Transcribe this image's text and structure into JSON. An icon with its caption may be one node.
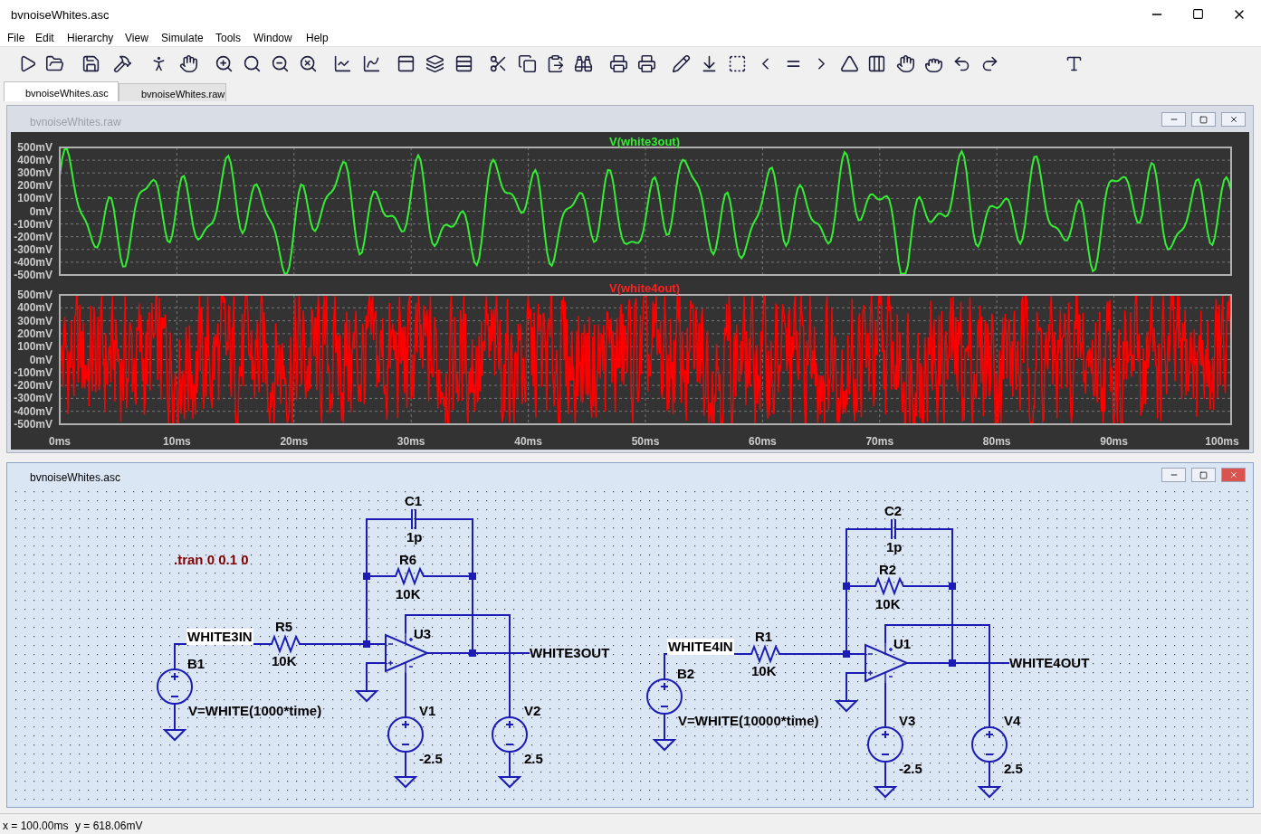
{
  "diagram": {
    "nodes": [
      {
        "text": [],
        "shape": "circle",
        "beside": [
          "B1",
          "V=WHITE(1000*time)"
        ]
      },
      {
        "text": [],
        "shape": "resistor",
        "beside": [
          "R5",
          "10K"
        ]
      },
      {
        "text": [],
        "shape": "capacitor",
        "beside": [
          "C1",
          "1p"
        ]
      },
      {
        "text": [],
        "shape": "resistor",
        "beside": [
          "R6",
          "10K"
        ]
      },
      {
        "text": [],
        "shape": "triangle",
        "beside": [
          "U3"
        ]
      },
      {
        "text": [],
        "shape": "circle",
        "beside": [
          "V1",
          "-2.5"
        ]
      },
      {
        "text": [],
        "shape": "circle",
        "beside": [
          "V2",
          "2.5"
        ]
      },
      {
        "text": [
          "WHITE3OUT"
        ]
      },
      {
        "text": [],
        "shape": "ground"
      },
      {
        "text": [],
        "shape": "ground"
      },
      {
        "text": [],
        "shape": "ground"
      },
      {
        "text": [],
        "shape": "ground"
      },
      {
        "text": [],
        "shape": "circle",
        "beside": [
          "B2",
          "V=WHITE(10000*time)"
        ]
      },
      {
        "text": [],
        "shape": "resistor",
        "beside": [
          "R1",
          "10K"
        ]
      },
      {
        "text": [],
        "shape": "capacitor",
        "beside": [
          "C2",
          "1p"
        ]
      },
      {
        "text": [],
        "shape": "resistor",
        "beside": [
          "R2",
          "10K"
        ]
      },
      {
        "text": [],
        "shape": "triangle",
        "beside": [
          "U1"
        ]
      },
      {
        "text": [],
        "shape": "circle",
        "beside": [
          "V3",
          "-2.5"
        ]
      },
      {
        "text": [],
        "shape": "circle",
        "beside": [
          "V4",
          "2.5"
        ]
      },
      {
        "text": [
          "WHITE4OUT"
        ]
      },
      {
        "text": [],
        "shape": "ground"
      },
      {
        "text": [],
        "shape": "ground"
      },
      {
        "text": [],
        "shape": "ground"
      },
      {
        "text": [],
        "shape": "ground"
      }
    ],
    "edges": [
      {
        "from": 0,
        "to": 1,
        "arrow": "none",
        "label": "WHITE3IN"
      },
      {
        "from": 1,
        "to": 4,
        "arrow": "none"
      },
      {
        "from": 2,
        "to": 3,
        "arrow": "none"
      },
      {
        "from": 3,
        "to": 4,
        "arrow": "none"
      },
      {
        "from": 2,
        "to": 3,
        "arrow": "none"
      },
      {
        "from": 3,
        "to": 4,
        "arrow": "none"
      },
      {
        "from": 4,
        "to": 7,
        "arrow": "none"
      },
      {
        "from": 4,
        "to": 9,
        "arrow": "none"
      },
      {
        "from": 4,
        "to": 5,
        "arrow": "none"
      },
      {
        "from": 4,
        "to": 6,
        "arrow": "none"
      },
      {
        "from": 0,
        "to": 8,
        "arrow": "none"
      },
      {
        "from": 5,
        "to": 10,
        "arrow": "none"
      },
      {
        "from": 6,
        "to": 11,
        "arrow": "none"
      },
      {
        "from": 12,
        "to": 13,
        "arrow": "none",
        "label": "WHITE4IN"
      },
      {
        "from": 13,
        "to": 16,
        "arrow": "none"
      },
      {
        "from": 14,
        "to": 15,
        "arrow": "none"
      },
      {
        "from": 15,
        "to": 16,
        "arrow": "none"
      },
      {
        "from": 14,
        "to": 15,
        "arrow": "none"
      },
      {
        "from": 15,
        "to": 16,
        "arrow": "none"
      },
      {
        "from": 16,
        "to": 19,
        "arrow": "none"
      },
      {
        "from": 16,
        "to": 21,
        "arrow": "none"
      },
      {
        "from": 16,
        "to": 17,
        "arrow": "none"
      },
      {
        "from": 16,
        "to": 18,
        "arrow": "none"
      },
      {
        "from": 12,
        "to": 20,
        "arrow": "none"
      },
      {
        "from": 17,
        "to": 22,
        "arrow": "none"
      },
      {
        "from": 18,
        "to": 23,
        "arrow": "none"
      }
    ],
    "labels": [
      "bvnoiseWhites.asc",
      "File",
      "Edit",
      "Hierarchy",
      "View",
      "Simulate",
      "Tools",
      "Window",
      "Help",
      "bvnoiseWhites.asc",
      "bvnoiseWhites.raw",
      "bvnoiseWhites.raw",
      "500mV",
      "V(white3out)",
      "400mV",
      "300mV",
      "200mV",
      "100mV",
      "0mV",
      "-100mV",
      "-200mV",
      "-300mV",
      "-400mV",
      "-500mV",
      "V(white4out)",
      "500mV",
      "400mV",
      "300mV",
      "200mV",
      "100mV",
      "0mV",
      "-100mV",
      "-200mV",
      "-300mV",
      "-400mV",
      "-500mV",
      "0ms",
      "10ms",
      "20ms",
      "30ms",
      "40ms",
      "50ms",
      "60ms",
      "70ms",
      "80ms",
      "90ms",
      "100ms",
      "bvnoiseWhites.asc",
      ".tran 0 0.1 0",
      "x = 100.00ms",
      "y = 618.06mV"
    ]
  }
}
